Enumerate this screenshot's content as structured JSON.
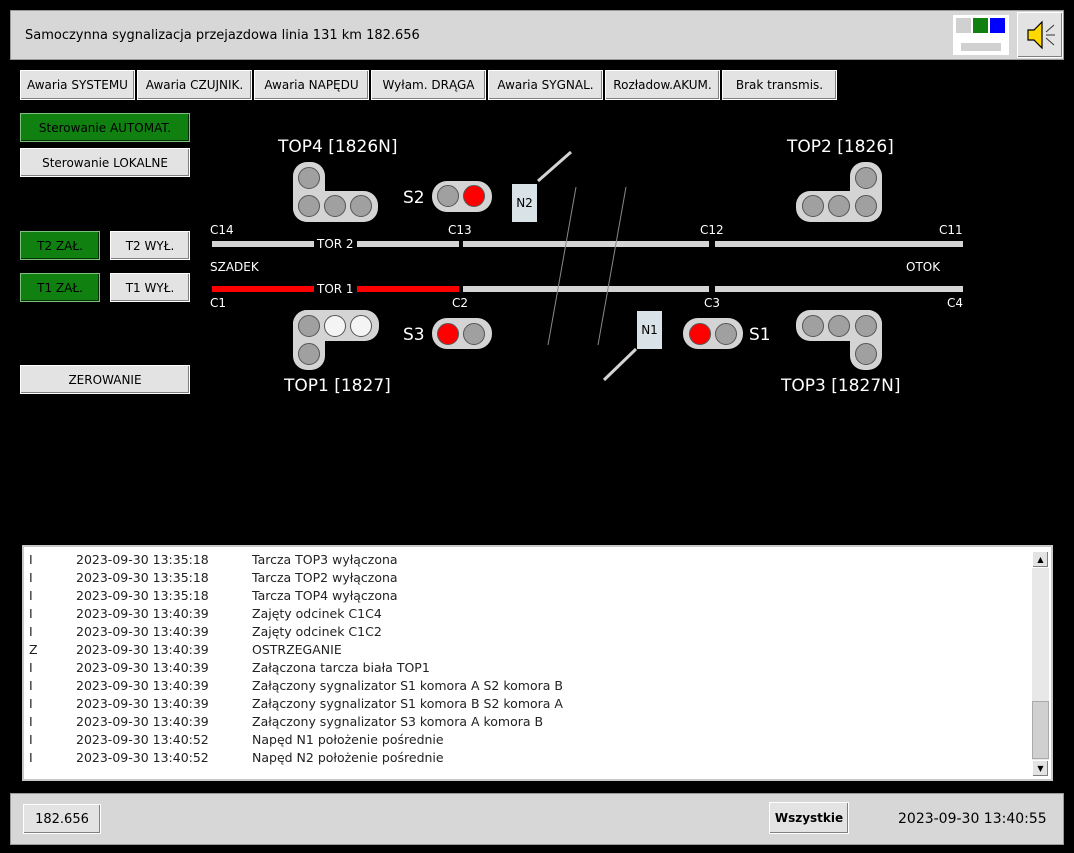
{
  "title": "Samoczynna sygnalizacja przejazdowa linia 131 km 182.656",
  "icons": {
    "status": "status-color-squares-icon",
    "sound": "speaker-icon"
  },
  "colors": {
    "green": "#108010",
    "red": "#ff0000",
    "blue": "#0000ff",
    "lamp_gray": "#a0a0a0",
    "lamp_white": "#f4f4f4"
  },
  "alarms": [
    "Awaria SYSTEMU",
    "Awaria CZUJNIK.",
    "Awaria NAPĘDU",
    "Wyłam. DRĄGA",
    "Awaria SYGNAL.",
    "Rozładow.AKUM.",
    "Brak transmis."
  ],
  "controls": {
    "auto": "Sterowanie AUTOMAT.",
    "local": "Sterowanie LOKALNE",
    "t2_on": "T2 ZAŁ.",
    "t2_off": "T2 WYŁ.",
    "t1_on": "T1 ZAŁ.",
    "t1_off": "T1 WYŁ.",
    "reset": "ZEROWANIE"
  },
  "diagram": {
    "top4": "TOP4 [1826N]",
    "top2": "TOP2 [1826]",
    "top1": "TOP1 [1827]",
    "top3": "TOP3 [1827N]",
    "s1": "S1",
    "s2": "S2",
    "s3": "S3",
    "n1": "N1",
    "n2": "N2",
    "c14": "C14",
    "c13": "C13",
    "c12": "C12",
    "c11": "C11",
    "c1": "C1",
    "c2": "C2",
    "c3": "C3",
    "c4": "C4",
    "tor2": "TOR 2",
    "tor1": "TOR 1",
    "szadek": "SZADEK",
    "otok": "OTOK"
  },
  "log": [
    {
      "type": "I",
      "time": "2023-09-30 13:35:18",
      "msg": "Tarcza TOP3 wyłączona"
    },
    {
      "type": "I",
      "time": "2023-09-30 13:35:18",
      "msg": "Tarcza TOP2 wyłączona"
    },
    {
      "type": "I",
      "time": "2023-09-30 13:35:18",
      "msg": "Tarcza TOP4 wyłączona"
    },
    {
      "type": "I",
      "time": "2023-09-30 13:40:39",
      "msg": "Zajęty odcinek C1C4"
    },
    {
      "type": "I",
      "time": "2023-09-30 13:40:39",
      "msg": "Zajęty odcinek C1C2"
    },
    {
      "type": "Z",
      "time": "2023-09-30 13:40:39",
      "msg": "OSTRZEGANIE"
    },
    {
      "type": "I",
      "time": "2023-09-30 13:40:39",
      "msg": "Załączona tarcza biała TOP1"
    },
    {
      "type": "I",
      "time": "2023-09-30 13:40:39",
      "msg": "Załączony sygnalizator S1 komora A   S2 komora B"
    },
    {
      "type": "I",
      "time": "2023-09-30 13:40:39",
      "msg": "Załączony sygnalizator S1 komora B   S2 komora A"
    },
    {
      "type": "I",
      "time": "2023-09-30 13:40:39",
      "msg": "Załączony sygnalizator S3 komora A   komora B"
    },
    {
      "type": "I",
      "time": "2023-09-30 13:40:52",
      "msg": "Napęd N1 położenie pośrednie"
    },
    {
      "type": "I",
      "time": "2023-09-30 13:40:52",
      "msg": "Napęd N2 położenie pośrednie"
    }
  ],
  "footer": {
    "km": "182.656",
    "all": "Wszystkie",
    "datetime": "2023-09-30 13:40:55"
  }
}
